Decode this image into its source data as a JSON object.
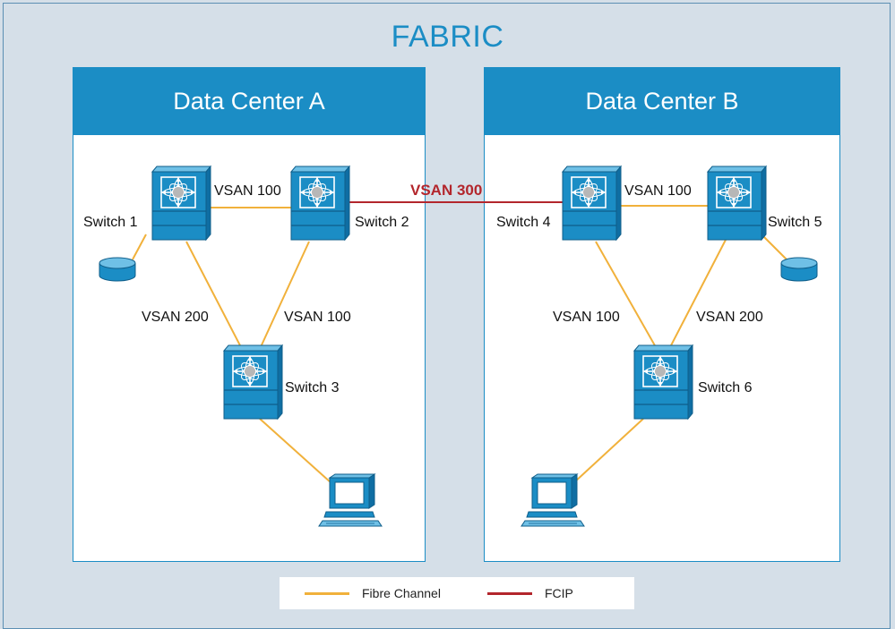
{
  "diagram": {
    "title": "FABRIC",
    "data_centers": [
      {
        "name": "Data Center A"
      },
      {
        "name": "Data Center B"
      }
    ],
    "switches": [
      {
        "label": "Switch 1"
      },
      {
        "label": "Switch 2"
      },
      {
        "label": "Switch 3"
      },
      {
        "label": "Switch 4"
      },
      {
        "label": "Switch 5"
      },
      {
        "label": "Switch 6"
      }
    ],
    "links": [
      {
        "from": "Switch 1",
        "to": "Switch 2",
        "label": "VSAN 100",
        "type": "Fibre Channel"
      },
      {
        "from": "Switch 1",
        "to": "Switch 3",
        "label": "VSAN 200",
        "type": "Fibre Channel"
      },
      {
        "from": "Switch 2",
        "to": "Switch 3",
        "label": "VSAN 100",
        "type": "Fibre Channel"
      },
      {
        "from": "Switch 2",
        "to": "Switch 4",
        "label": "VSAN 300",
        "type": "FCIP"
      },
      {
        "from": "Switch 4",
        "to": "Switch 5",
        "label": "VSAN 100",
        "type": "Fibre Channel"
      },
      {
        "from": "Switch 4",
        "to": "Switch 6",
        "label": "VSAN 100",
        "type": "Fibre Channel"
      },
      {
        "from": "Switch 5",
        "to": "Switch 6",
        "label": "VSAN 200",
        "type": "Fibre Channel"
      }
    ],
    "legend": [
      {
        "label": "Fibre Channel",
        "color": "#f1b13b"
      },
      {
        "label": "FCIP",
        "color": "#b3262c"
      }
    ],
    "colors": {
      "fabric_bg": "#d5dfe8",
      "header_blue": "#1b8dc5",
      "switch_blue": "#1b8dc5",
      "fibre_channel": "#f1b13b",
      "fcip": "#b3262c"
    }
  }
}
